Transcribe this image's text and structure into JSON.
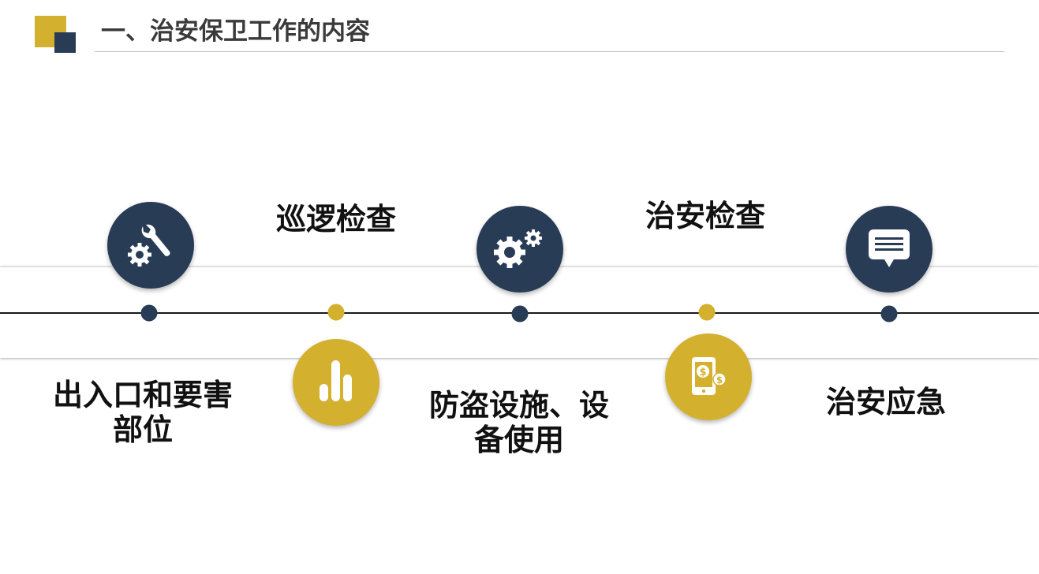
{
  "header": {
    "title": "一、治安保卫工作的内容"
  },
  "timeline": {
    "items": [
      {
        "label": "出入口和要害部位",
        "icon": "wrench-gear-icon"
      },
      {
        "label": "巡逻检查",
        "icon": "bar-chart-icon"
      },
      {
        "label": "防盗设施、设备使用",
        "icon": "gears-icon"
      },
      {
        "label": "治安检查",
        "icon": "phone-dollar-icon"
      },
      {
        "label": "治安应急",
        "icon": "chat-bubble-icon"
      }
    ]
  },
  "colors": {
    "navy": "#283c56",
    "gold": "#d4b02f"
  }
}
